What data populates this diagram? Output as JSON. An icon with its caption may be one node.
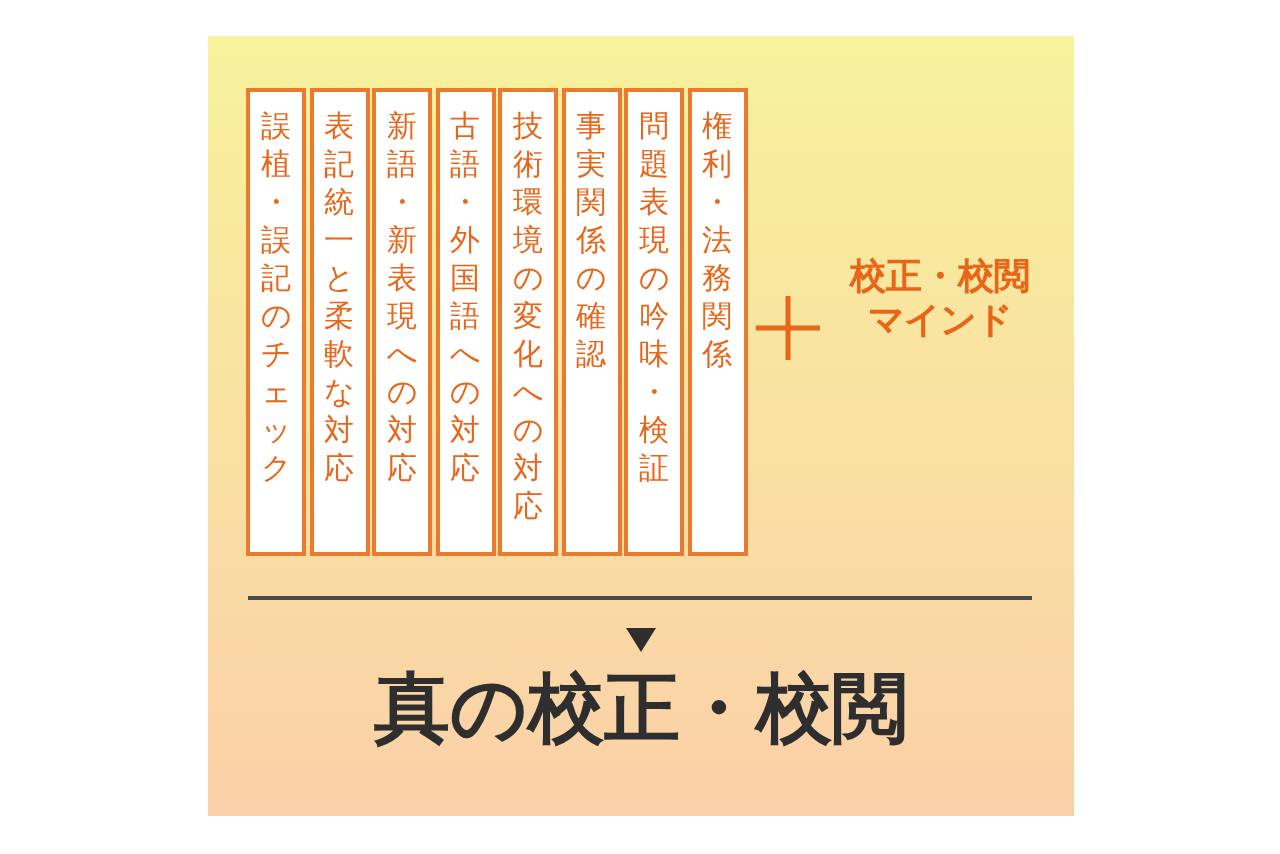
{
  "diagram": {
    "nodes": [
      {
        "text": [
          "誤植・誤記のチェック"
        ]
      },
      {
        "text": [
          "表記統一と柔軟な対応"
        ]
      },
      {
        "text": [
          "新語・新表現への対応"
        ]
      },
      {
        "text": [
          "古語・外国語への対応"
        ]
      },
      {
        "text": [
          "技術環境の変化への対応"
        ]
      },
      {
        "text": [
          "事実関係の確認"
        ]
      },
      {
        "text": [
          "問題表現の吟味・検証"
        ]
      },
      {
        "text": [
          "権利・法務関係"
        ]
      }
    ],
    "labels": [
      "校正・校閲マインド",
      "真の校正・校閲"
    ]
  }
}
